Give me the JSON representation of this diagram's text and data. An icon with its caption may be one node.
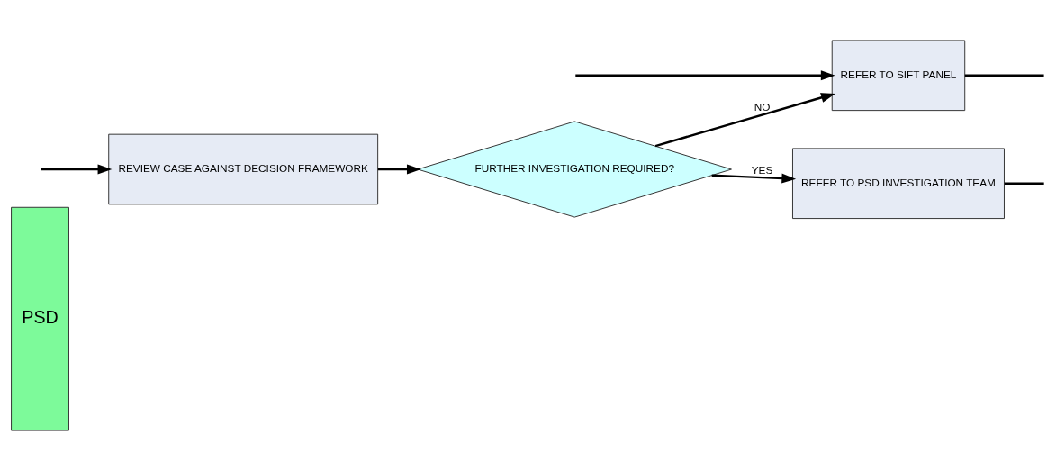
{
  "diagram": {
    "nodes": [
      {
        "text": [
          "PSD"
        ]
      },
      {
        "text": [
          "REVIEW CASE AGAINST DECISION FRAMEWORK"
        ]
      },
      {
        "text": [
          "FURTHER INVESTIGATION REQUIRED?"
        ]
      },
      {
        "text": [
          "REFER TO PSD INVESTIGATION TEAM"
        ]
      },
      {
        "text": [
          "REFER TO SIFT PANEL"
        ]
      }
    ],
    "edges": [
      {
        "from": null,
        "to": 1,
        "arrow": "to"
      },
      {
        "from": 1,
        "to": 2,
        "arrow": "to"
      },
      {
        "from": 2,
        "to": 3,
        "arrow": "to",
        "label": "YES"
      },
      {
        "from": 2,
        "to": 4,
        "arrow": "to",
        "label": "NO"
      },
      {
        "from": 3,
        "to": null,
        "arrow": "none"
      },
      {
        "from": null,
        "to": 4,
        "arrow": "to"
      },
      {
        "from": 4,
        "to": null,
        "arrow": "none"
      }
    ]
  }
}
